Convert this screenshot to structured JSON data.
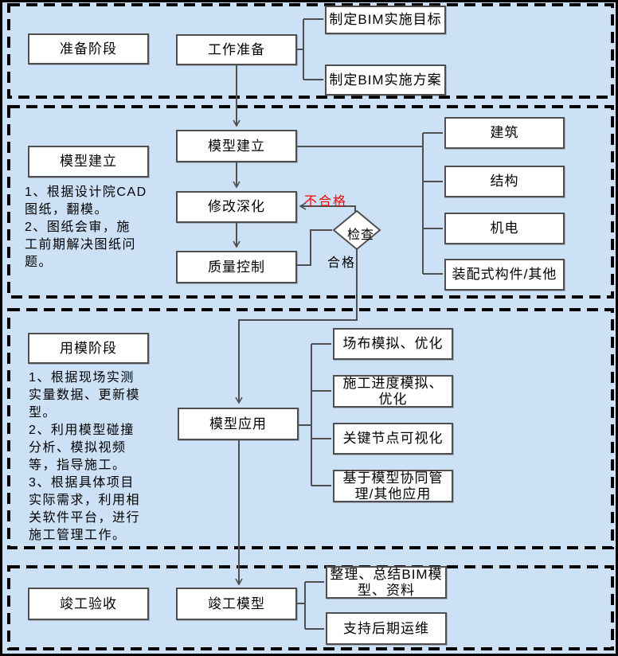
{
  "colors": {
    "background": "#cce0f6",
    "box_fill": "#ffffff",
    "box_border": "#4f4f4f",
    "connector": "#4f4f4f",
    "section_dash_border": "#000000",
    "fail_text": "#ff0000"
  },
  "s1": {
    "stage": "准备阶段",
    "main": "工作准备",
    "out1": "制定BIM实施目标",
    "out2": "制定BIM实施方案"
  },
  "s2": {
    "stage": "模型建立",
    "notes": "1、根据设计院CAD\n图纸，翻模。\n2、图纸会审，施\n工前期解决图纸问\n题。",
    "step1": "模型建立",
    "step2": "修改深化",
    "step3": "质量控制",
    "decision": "检查",
    "fail_label": "不合格",
    "pass_label": "合格",
    "out1": "建筑",
    "out2": "结构",
    "out3": "机电",
    "out4": "装配式构件/其他"
  },
  "s3": {
    "stage": "用模阶段",
    "notes": "1、根据现场实测\n实量数据、更新模\n型。\n2、利用模型碰撞\n分析、模拟视频\n等，指导施工。\n3、根据具体项目\n实际需求，利用相\n关软件平台，进行\n施工管理工作。",
    "main": "模型应用",
    "out1": "场布模拟、优化",
    "out2": "施工进度模拟、\n优化",
    "out3": "关键节点可视化",
    "out4": "基于模型协同管\n理/其他应用"
  },
  "s4": {
    "stage": "竣工验收",
    "main": "竣工模型",
    "out1": "整理、总结BIM模\n型、资料",
    "out2": "支持后期运维"
  }
}
